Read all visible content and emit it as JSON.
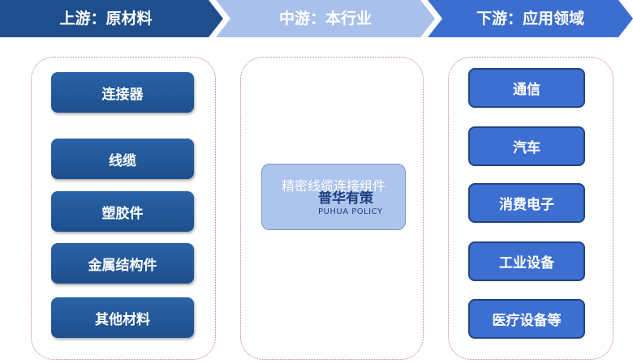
{
  "stages": [
    {
      "label": "上游：原材料",
      "color": "#1f4e8c"
    },
    {
      "label": "中游：本行业",
      "color": "#a9c0ea"
    },
    {
      "label": "下游：应用领域",
      "color": "#3c6ecf"
    }
  ],
  "upstream": {
    "items": [
      "连接器",
      "线缆",
      "塑胶件",
      "金属结构件",
      "其他材料"
    ]
  },
  "midstream": {
    "product": "精密线缆连接组件"
  },
  "downstream": {
    "items": [
      "通信",
      "汽车",
      "消费电子",
      "工业设备",
      "医疗设备等"
    ]
  },
  "watermark": {
    "cn": "普华有策",
    "en": "PUHUA POLICY"
  }
}
